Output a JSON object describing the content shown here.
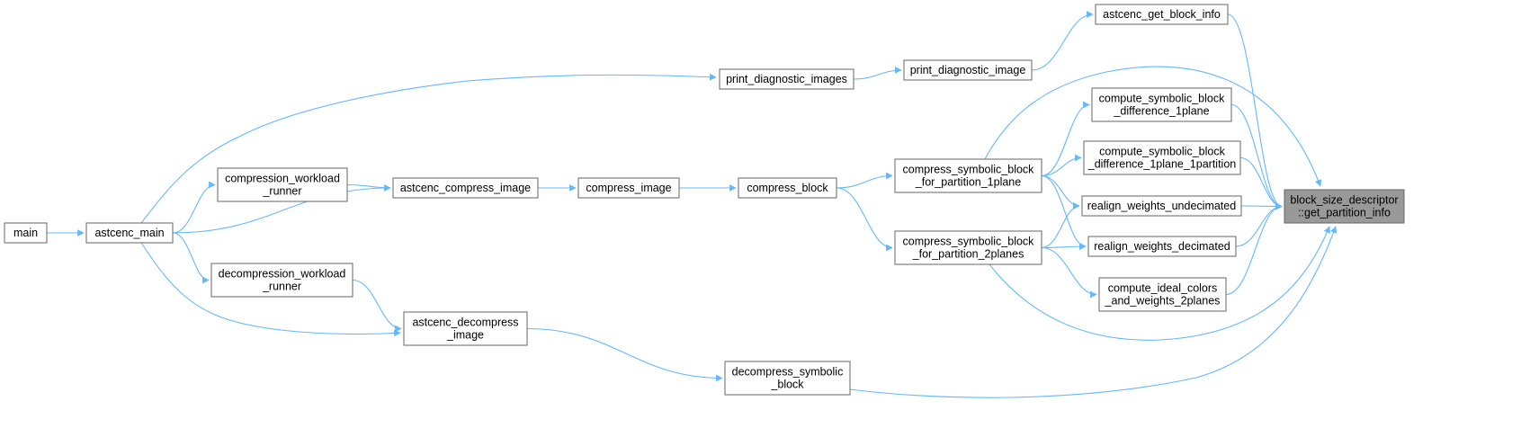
{
  "graph": {
    "nodes": [
      {
        "id": "main",
        "lines": [
          "main"
        ]
      },
      {
        "id": "astcenc_main",
        "lines": [
          "astcenc_main"
        ]
      },
      {
        "id": "compression_workload_runner",
        "lines": [
          "compression_workload",
          "_runner"
        ]
      },
      {
        "id": "decompression_workload_runner",
        "lines": [
          "decompression_workload",
          "_runner"
        ]
      },
      {
        "id": "astcenc_compress_image",
        "lines": [
          "astcenc_compress_image"
        ]
      },
      {
        "id": "astcenc_decompress_image",
        "lines": [
          "astcenc_decompress",
          "_image"
        ]
      },
      {
        "id": "compress_image",
        "lines": [
          "compress_image"
        ]
      },
      {
        "id": "print_diagnostic_images",
        "lines": [
          "print_diagnostic_images"
        ]
      },
      {
        "id": "print_diagnostic_image",
        "lines": [
          "print_diagnostic_image"
        ]
      },
      {
        "id": "compress_block",
        "lines": [
          "compress_block"
        ]
      },
      {
        "id": "decompress_symbolic_block",
        "lines": [
          "decompress_symbolic",
          "_block"
        ]
      },
      {
        "id": "compress_symbolic_block_for_partition_1plane",
        "lines": [
          "compress_symbolic_block",
          "_for_partition_1plane"
        ]
      },
      {
        "id": "compress_symbolic_block_for_partition_2planes",
        "lines": [
          "compress_symbolic_block",
          "_for_partition_2planes"
        ]
      },
      {
        "id": "astcenc_get_block_info",
        "lines": [
          "astcenc_get_block_info"
        ]
      },
      {
        "id": "compute_symbolic_block_difference_1plane",
        "lines": [
          "compute_symbolic_block",
          "_difference_1plane"
        ]
      },
      {
        "id": "compute_symbolic_block_difference_1plane_1partition",
        "lines": [
          "compute_symbolic_block",
          "_difference_1plane_1partition"
        ]
      },
      {
        "id": "realign_weights_undecimated",
        "lines": [
          "realign_weights_undecimated"
        ]
      },
      {
        "id": "realign_weights_decimated",
        "lines": [
          "realign_weights_decimated"
        ]
      },
      {
        "id": "compute_ideal_colors_and_weights_2planes",
        "lines": [
          "compute_ideal_colors",
          "_and_weights_2planes"
        ]
      },
      {
        "id": "get_partition_info",
        "lines": [
          "block_size_descriptor",
          "::get_partition_info"
        ],
        "focus": true
      }
    ],
    "edges": [
      {
        "from": "main",
        "to": "astcenc_main"
      },
      {
        "from": "astcenc_main",
        "to": "compression_workload_runner"
      },
      {
        "from": "astcenc_main",
        "to": "astcenc_compress_image"
      },
      {
        "from": "astcenc_main",
        "to": "decompression_workload_runner"
      },
      {
        "from": "astcenc_main",
        "to": "astcenc_decompress_image"
      },
      {
        "from": "astcenc_main",
        "to": "print_diagnostic_images"
      },
      {
        "from": "compression_workload_runner",
        "to": "astcenc_compress_image"
      },
      {
        "from": "decompression_workload_runner",
        "to": "astcenc_decompress_image"
      },
      {
        "from": "astcenc_compress_image",
        "to": "compress_image"
      },
      {
        "from": "compress_image",
        "to": "compress_block"
      },
      {
        "from": "astcenc_decompress_image",
        "to": "decompress_symbolic_block"
      },
      {
        "from": "print_diagnostic_images",
        "to": "print_diagnostic_image"
      },
      {
        "from": "print_diagnostic_image",
        "to": "astcenc_get_block_info"
      },
      {
        "from": "compress_block",
        "to": "compress_symbolic_block_for_partition_1plane"
      },
      {
        "from": "compress_block",
        "to": "compress_symbolic_block_for_partition_2planes"
      },
      {
        "from": "compress_symbolic_block_for_partition_1plane",
        "to": "compute_symbolic_block_difference_1plane"
      },
      {
        "from": "compress_symbolic_block_for_partition_1plane",
        "to": "compute_symbolic_block_difference_1plane_1partition"
      },
      {
        "from": "compress_symbolic_block_for_partition_1plane",
        "to": "realign_weights_undecimated"
      },
      {
        "from": "compress_symbolic_block_for_partition_1plane",
        "to": "realign_weights_decimated"
      },
      {
        "from": "compress_symbolic_block_for_partition_1plane",
        "to": "get_partition_info"
      },
      {
        "from": "compress_symbolic_block_for_partition_2planes",
        "to": "realign_weights_undecimated"
      },
      {
        "from": "compress_symbolic_block_for_partition_2planes",
        "to": "realign_weights_decimated"
      },
      {
        "from": "compress_symbolic_block_for_partition_2planes",
        "to": "compute_ideal_colors_and_weights_2planes"
      },
      {
        "from": "compress_symbolic_block_for_partition_2planes",
        "to": "get_partition_info"
      },
      {
        "from": "astcenc_get_block_info",
        "to": "get_partition_info"
      },
      {
        "from": "compute_symbolic_block_difference_1plane",
        "to": "get_partition_info"
      },
      {
        "from": "compute_symbolic_block_difference_1plane_1partition",
        "to": "get_partition_info"
      },
      {
        "from": "realign_weights_undecimated",
        "to": "get_partition_info"
      },
      {
        "from": "realign_weights_decimated",
        "to": "get_partition_info"
      },
      {
        "from": "compute_ideal_colors_and_weights_2planes",
        "to": "get_partition_info"
      },
      {
        "from": "decompress_symbolic_block",
        "to": "get_partition_info"
      }
    ]
  },
  "colors": {
    "edge": "#63b8ff",
    "node_border": "#666666",
    "node_fill": "#ffffff",
    "focus_fill": "#999999"
  }
}
